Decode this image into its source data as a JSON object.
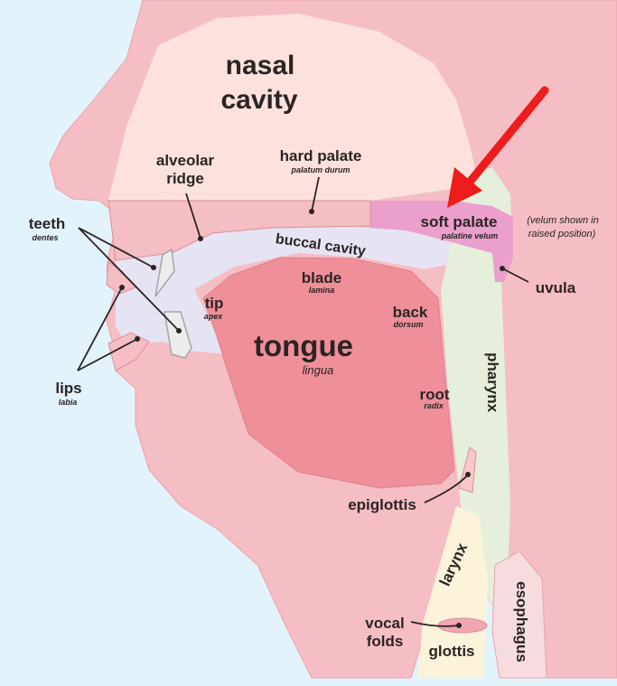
{
  "labels": {
    "nasal_1": "nasal",
    "nasal_2": "cavity",
    "alveolar_1": "alveolar",
    "alveolar_2": "ridge",
    "hard_palate": "hard palate",
    "hard_palate_latin": "palatum durum",
    "soft_palate": "soft palate",
    "soft_palate_latin": "palatine velum",
    "velum_note_1": "(velum shown in",
    "velum_note_2": "raised position)",
    "teeth": "teeth",
    "teeth_latin": "dentes",
    "buccal_cavity": "buccal cavity",
    "uvula": "uvula",
    "blade": "blade",
    "blade_latin": "lamina",
    "tip": "tip",
    "tip_latin": "apex",
    "back": "back",
    "back_latin": "dorsum",
    "tongue": "tongue",
    "tongue_latin": "lingua",
    "lips": "lips",
    "lips_latin": "labia",
    "root": "root",
    "root_latin": "radix",
    "pharynx": "pharynx",
    "epiglottis": "epiglottis",
    "larynx": "larynx",
    "esophagus": "esophagus",
    "vocal_1": "vocal",
    "vocal_2": "folds",
    "glottis": "glottis"
  },
  "colors": {
    "background": "#e3f3fc",
    "flesh": "#f5bdc4",
    "nasal": "#fce1dc",
    "tongue": "#ee8f9a",
    "cavity": "#e6e4f3",
    "pharynx": "#e5efdc",
    "larynx": "#fbf4da",
    "soft_palate": "#eb9fcb",
    "arrow": "#ee1c1c",
    "ink": "#2b2424"
  }
}
